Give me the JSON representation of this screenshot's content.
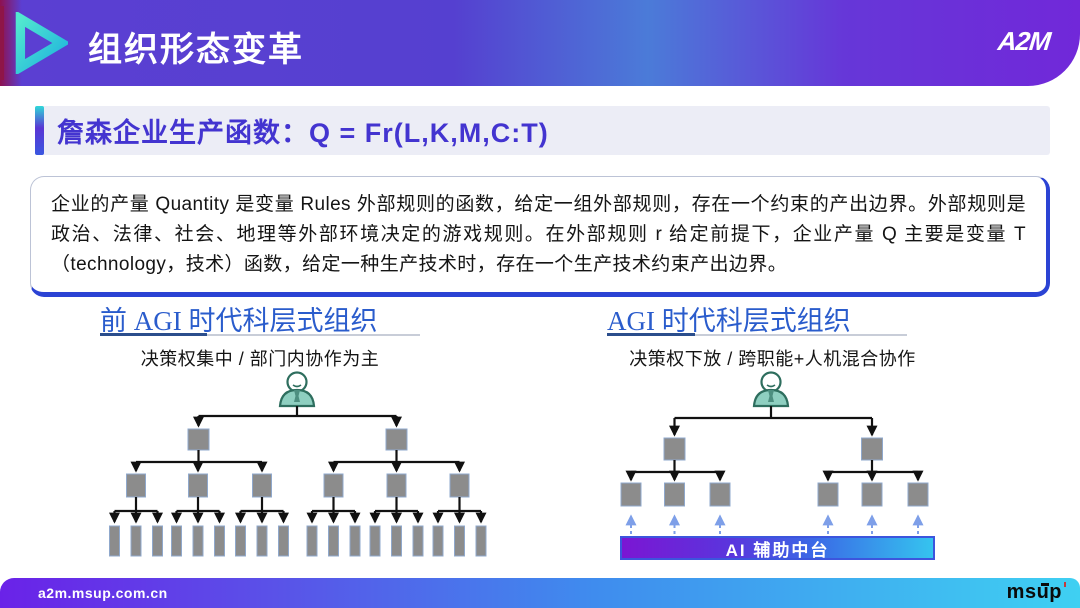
{
  "header": {
    "title": "组织形态变革",
    "brand_logo": "A2M"
  },
  "formula_banner": {
    "text": "詹森企业生产函数：Q = Fr(L,K,M,C:T)"
  },
  "description_box": {
    "text": "企业的产量 Quantity 是变量 Rules 外部规则的函数，给定一组外部规则，存在一个约束的产出边界。外部规则是政治、法律、社会、地理等外部环境决定的游戏规则。在外部规则 r 给定前提下，企业产量 Q 主要是变量 T（technology，技术）函数，给定一种生产技术时，存在一个生产技术约束产出边界。"
  },
  "charts": {
    "left": {
      "title": "前 AGI 时代科层式组织",
      "subtitle": "决策权集中  /  部门内协作为主",
      "person_icon": "manager-person-icon",
      "structure": {
        "top_person": 1,
        "level1_nodes": 2,
        "level2_nodes_per_branch": 3,
        "worker_bars_per_node": 3
      }
    },
    "right": {
      "title": "AGI 时代科层式组织",
      "subtitle": "决策权下放  /  跨职能+人机混合协作",
      "person_icon": "manager-person-icon",
      "ai_platform_label": "AI 辅助中台",
      "structure": {
        "top_person": 1,
        "level1_nodes": 2,
        "level2_nodes_per_branch": 3
      }
    }
  },
  "footer": {
    "url": "a2m.msup.com.cn",
    "brand_logo": "msup"
  },
  "colors": {
    "header_gradient": [
      "#8e1150",
      "#5540d0",
      "#4b7bd8",
      "#7128d9"
    ],
    "formula_text": "#4334d0",
    "box_accent_blue": "#2b43d4",
    "heading_blue": "#2a5ccc",
    "underline_dark": "#2b4e8c",
    "node_gray": "#8c8c8c",
    "node_border": "#8fa8cc",
    "person_teal_fill": "#8ecfc0",
    "person_teal_stroke": "#2e6e5e",
    "dashed_arrow_blue": "#7e9fe8",
    "ai_bar_gradient": [
      "#7b16d3",
      "#35c4ef"
    ],
    "footer_gradient": [
      "#6a22e8",
      "#3fd0f2"
    ]
  }
}
